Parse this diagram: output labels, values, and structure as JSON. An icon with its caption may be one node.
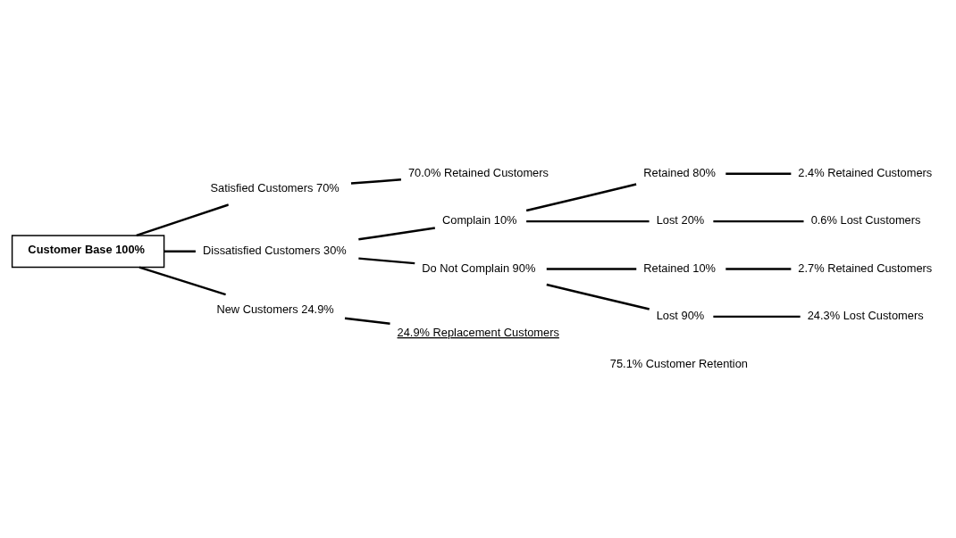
{
  "diagram": {
    "nodes": [
      {
        "text": [
          "Customer Base 100%"
        ]
      },
      {
        "text": [
          "Satisfied Customers 70%"
        ]
      },
      {
        "text": [
          "70.0% Retained Customers"
        ]
      },
      {
        "text": [
          "Dissatisfied Customers 30%"
        ]
      },
      {
        "text": [
          "Complain 10%"
        ]
      },
      {
        "text": [
          "Retained 80%"
        ]
      },
      {
        "text": [
          "2.4% Retained Customers"
        ]
      },
      {
        "text": [
          "Lost 20%"
        ]
      },
      {
        "text": [
          "0.6% Lost Customers"
        ]
      },
      {
        "text": [
          "Do Not Complain 90%"
        ]
      },
      {
        "text": [
          "Retained 10%"
        ]
      },
      {
        "text": [
          "2.7% Retained Customers"
        ]
      },
      {
        "text": [
          "Lost 90%"
        ]
      },
      {
        "text": [
          "24.3% Lost Customers"
        ]
      },
      {
        "text": [
          "New Customers 24.9%"
        ]
      },
      {
        "text": [
          "24.9% Replacement Customers"
        ]
      }
    ],
    "edges": [
      {
        "from": 0,
        "to": 1,
        "arrow": "none"
      },
      {
        "from": 1,
        "to": 2,
        "arrow": "none"
      },
      {
        "from": 0,
        "to": 3,
        "arrow": "none"
      },
      {
        "from": 3,
        "to": 4,
        "arrow": "none"
      },
      {
        "from": 4,
        "to": 5,
        "arrow": "none"
      },
      {
        "from": 5,
        "to": 6,
        "arrow": "none"
      },
      {
        "from": 4,
        "to": 7,
        "arrow": "none"
      },
      {
        "from": 7,
        "to": 8,
        "arrow": "none"
      },
      {
        "from": 3,
        "to": 9,
        "arrow": "none"
      },
      {
        "from": 9,
        "to": 10,
        "arrow": "none"
      },
      {
        "from": 10,
        "to": 11,
        "arrow": "none"
      },
      {
        "from": 9,
        "to": 12,
        "arrow": "none"
      },
      {
        "from": 12,
        "to": 13,
        "arrow": "none"
      },
      {
        "from": 0,
        "to": 14,
        "arrow": "none"
      },
      {
        "from": 14,
        "to": 15,
        "arrow": "none"
      }
    ],
    "labels": [
      "75.1% Customer Retention"
    ]
  }
}
